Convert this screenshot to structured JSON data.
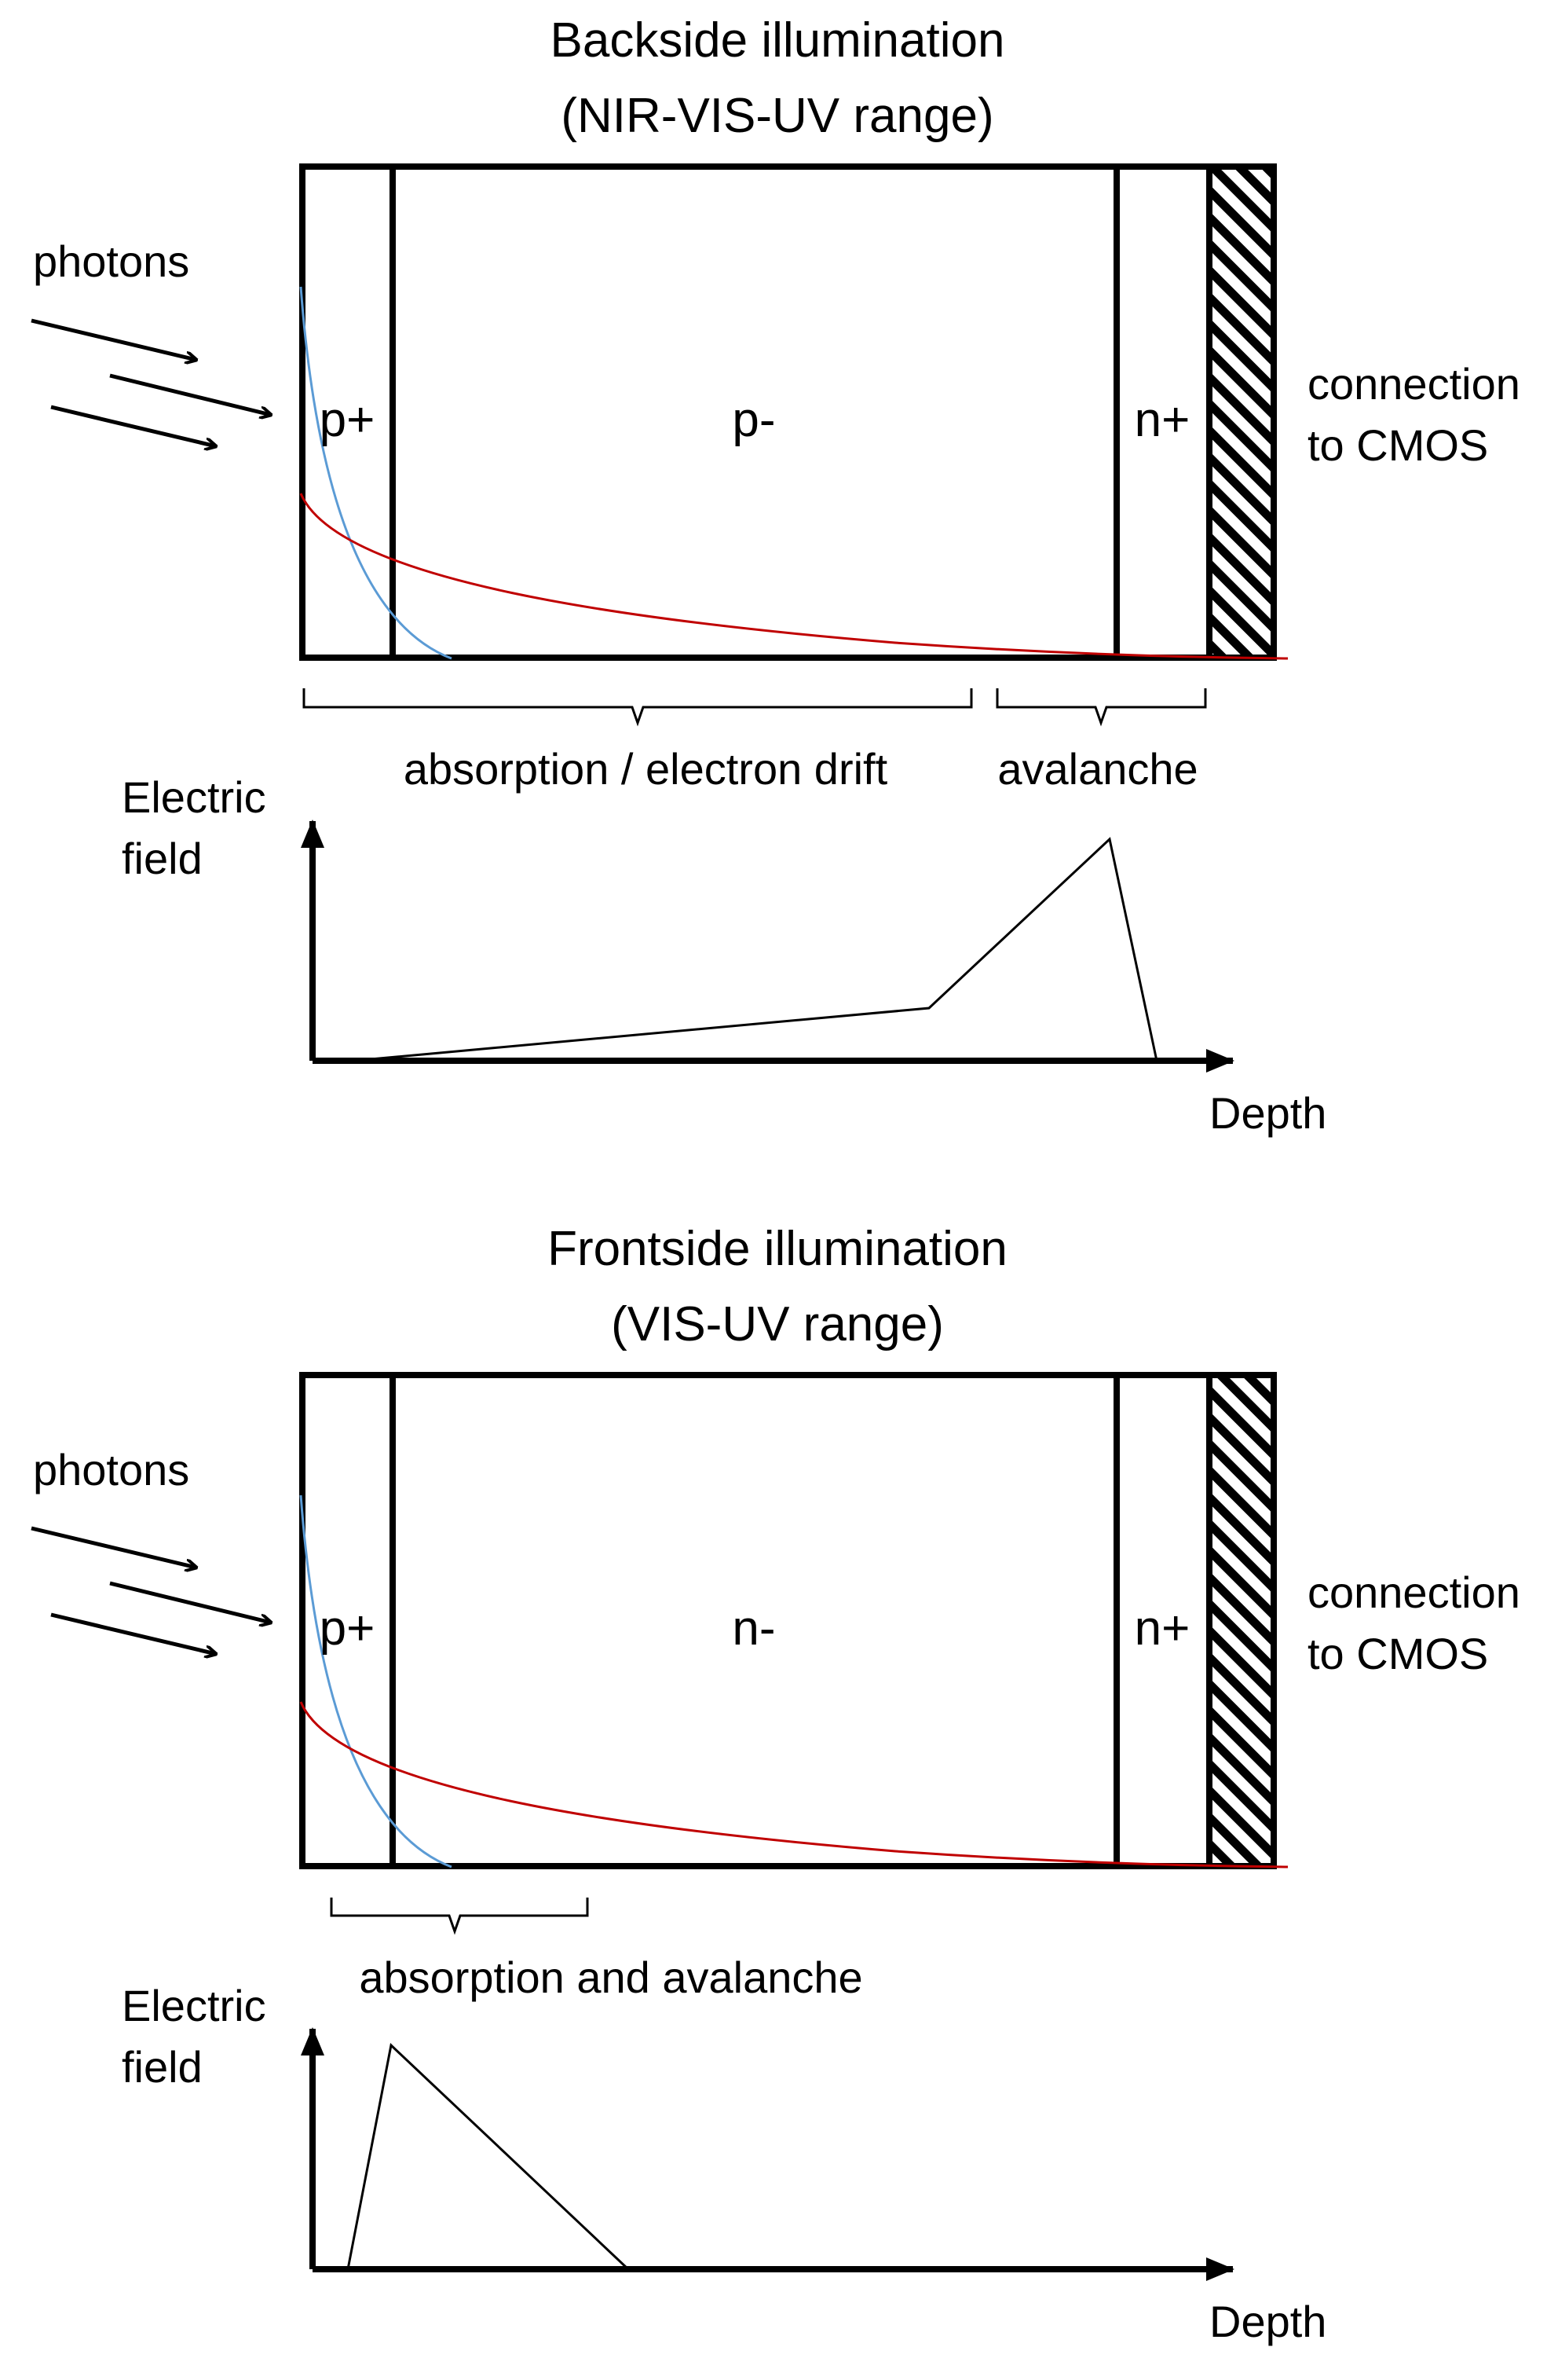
{
  "colors": {
    "blue_curve": "#5b9bd5",
    "red_curve": "#c00000",
    "stroke": "#000000",
    "background": "#ffffff"
  },
  "top": {
    "title_line1": "Backside illumination",
    "title_line2": "(NIR-VIS-UV range)",
    "photons": "photons",
    "region_left": "p+",
    "region_middle": "p-",
    "region_right": "n+",
    "connection_line1": "connection",
    "connection_line2": "to CMOS",
    "brace_label_1": "absorption / electron drift",
    "brace_label_2": "avalanche",
    "ylabel_line1": "Electric",
    "ylabel_line2": "field",
    "xlabel": "Depth"
  },
  "bottom": {
    "title_line1": "Frontside illumination",
    "title_line2": "(VIS-UV range)",
    "photons": "photons",
    "region_left": "p+",
    "region_middle": "n-",
    "region_right": "n+",
    "connection_line1": "connection",
    "connection_line2": "to CMOS",
    "brace_label_1": "absorption and avalanche",
    "ylabel_line1": "Electric",
    "ylabel_line2": "field",
    "xlabel": "Depth"
  }
}
